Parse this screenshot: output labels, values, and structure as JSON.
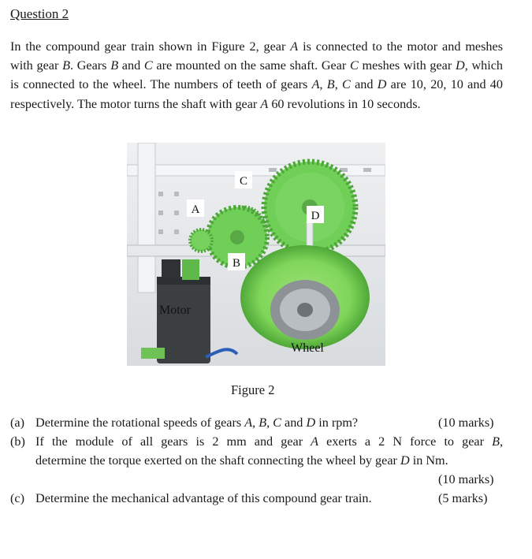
{
  "heading": "Question 2",
  "intro": [
    {
      "t": "In the compound gear train shown in Figure 2, gear "
    },
    {
      "t": "A",
      "i": true
    },
    {
      "t": " is connected to the motor and meshes with gear "
    },
    {
      "t": "B",
      "i": true
    },
    {
      "t": ".  Gears "
    },
    {
      "t": "B",
      "i": true
    },
    {
      "t": " and "
    },
    {
      "t": "C",
      "i": true
    },
    {
      "t": " are mounted on the same shaft.  Gear "
    },
    {
      "t": "C",
      "i": true
    },
    {
      "t": " meshes with gear "
    },
    {
      "t": "D",
      "i": true
    },
    {
      "t": ", which is connected to the wheel.  The numbers of teeth of gears "
    },
    {
      "t": "A",
      "i": true
    },
    {
      "t": ", "
    },
    {
      "t": "B",
      "i": true
    },
    {
      "t": ", "
    },
    {
      "t": "C",
      "i": true
    },
    {
      "t": " and "
    },
    {
      "t": "D",
      "i": true
    },
    {
      "t": " are 10, 20, 10 and 40 respectively.  The motor turns the shaft with gear "
    },
    {
      "t": "A",
      "i": true
    },
    {
      "t": " 60 revolutions in 10 seconds."
    }
  ],
  "figure": {
    "labels": {
      "A": "A",
      "B": "B",
      "C": "C",
      "D": "D",
      "motor": "Motor",
      "wheel": "Wheel"
    },
    "caption": "Figure 2"
  },
  "questions": {
    "a": {
      "letter": "(a)",
      "text": [
        {
          "t": "Determine the rotational speeds of gears "
        },
        {
          "t": "A",
          "i": true
        },
        {
          "t": ", "
        },
        {
          "t": "B",
          "i": true
        },
        {
          "t": ", "
        },
        {
          "t": "C",
          "i": true
        },
        {
          "t": " and "
        },
        {
          "t": "D",
          "i": true
        },
        {
          "t": " in rpm?"
        }
      ],
      "marks": "(10 marks)"
    },
    "b": {
      "letter": "(b)",
      "text1": [
        {
          "t": "If the module of all gears is 2 mm and gear "
        },
        {
          "t": "A",
          "i": true
        },
        {
          "t": " exerts a 2 N force to gear "
        },
        {
          "t": "B",
          "i": true
        },
        {
          "t": ","
        }
      ],
      "text2": [
        {
          "t": "determine the torque exerted on the shaft connecting the wheel by gear "
        },
        {
          "t": "D",
          "i": true
        },
        {
          "t": " in Nm."
        }
      ],
      "marks": "(10 marks)"
    },
    "c": {
      "letter": "(c)",
      "text": [
        {
          "t": "Determine the mechanical advantage of this compound gear train."
        }
      ],
      "marks": "(5 marks)"
    }
  }
}
